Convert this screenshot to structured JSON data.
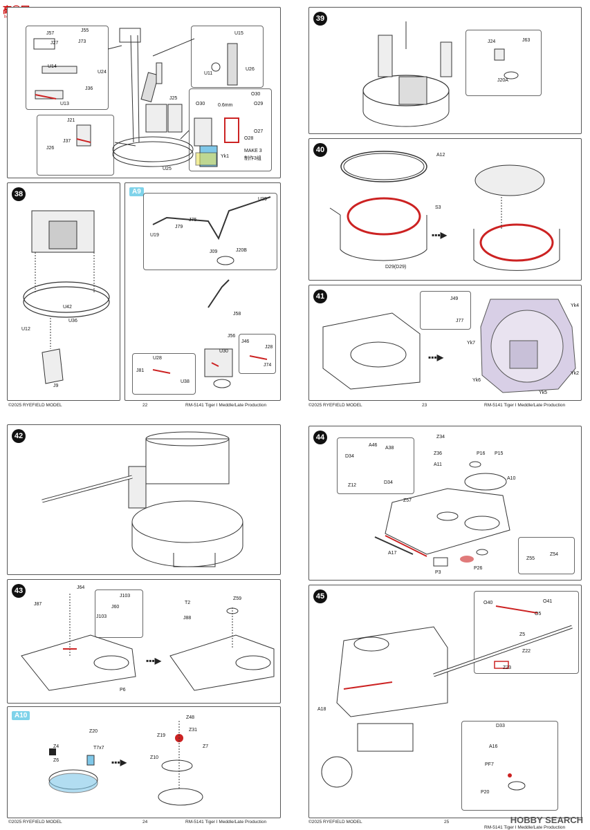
{
  "watermark_top": {
    "main": "高◎网",
    "sub": "hobbysearch"
  },
  "watermark_bottom": "HOBBY SEARCH",
  "pages": [
    {
      "number": "22",
      "brand": "©2025 RYEFIELD MODEL",
      "product": "RM-5141 Tiger I Meddle/Late Production"
    },
    {
      "number": "23",
      "brand": "©2025 RYEFIELD MODEL",
      "product": "RM-5141 Tiger I Meddle/Late Production"
    },
    {
      "number": "24",
      "brand": "©2025 RYEFIELD MODEL",
      "product": "RM-5141 Tiger I Meddle/Late Production"
    },
    {
      "number": "25",
      "brand": "©2025 RYEFIELD MODEL",
      "product": "RM-5141 Tiger I Meddle/Late Production"
    }
  ],
  "steps": {
    "s37": {
      "parts": [
        "J57",
        "J27",
        "J55",
        "J73",
        "U14",
        "U24",
        "J36",
        "U13",
        "U15",
        "U11",
        "U26",
        "J25",
        "O30",
        "0.6mm",
        "O30",
        "O29",
        "O27",
        "O28",
        "J21",
        "J37",
        "J26",
        "Yk1",
        "U25"
      ],
      "make_note": "MAKE 3",
      "make_note_cn": "制作3组"
    },
    "s38": {
      "label": "38",
      "parts": [
        "U42",
        "U36",
        "U12",
        "J9"
      ]
    },
    "sA9": {
      "label": "A9",
      "parts": [
        "U39",
        "J75",
        "J79",
        "U19",
        "J09",
        "J20B",
        "J58",
        "J56",
        "U30",
        "J46",
        "J28",
        "J74",
        "U28",
        "J81",
        "U38"
      ]
    },
    "s39": {
      "label": "39",
      "parts": [
        "J24",
        "J63",
        "J20A"
      ]
    },
    "s40": {
      "label": "40",
      "parts": [
        "A12",
        "S3",
        "D29(D29)"
      ]
    },
    "s41": {
      "label": "41",
      "parts": [
        "J49",
        "J77",
        "Yk4",
        "Yk7",
        "Yk2",
        "Yk6",
        "Yk5"
      ]
    },
    "s42": {
      "label": "42"
    },
    "s43": {
      "label": "43",
      "parts": [
        "J64",
        "J87",
        "J103",
        "J60",
        "J103",
        "P6",
        "T2",
        "Z59",
        "J88"
      ]
    },
    "sA10": {
      "label": "A10",
      "parts": [
        "Z20",
        "Z4",
        "Z6",
        "T7x7",
        "Z48",
        "Z31",
        "Z19",
        "Z7",
        "Z10"
      ]
    },
    "s44": {
      "label": "44",
      "parts": [
        "Z34",
        "A46",
        "A38",
        "D34",
        "Z36",
        "P16",
        "P15",
        "A11",
        "A10",
        "Z12",
        "D34",
        "Z57",
        "A17",
        "P3",
        "P26",
        "Z55",
        "Z54"
      ]
    },
    "s45": {
      "label": "45",
      "parts": [
        "O40",
        "O41",
        "O5",
        "Z5",
        "Z22",
        "Z23",
        "A18",
        "D33",
        "A16",
        "PF7",
        "P20"
      ]
    }
  }
}
